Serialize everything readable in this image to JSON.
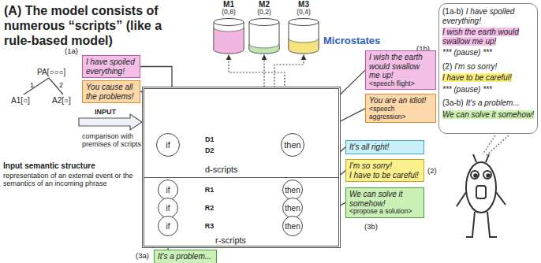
{
  "diagram": {
    "title": "(A) The model consists of numerous “scripts” (like a rule-based model)",
    "nodes": [
      {
        "text": [
          "M1",
          "(0,8)"
        ]
      },
      {
        "text": [
          "M2",
          "(0,2)"
        ]
      },
      {
        "text": [
          "M3",
          "(0,4)"
        ]
      },
      {
        "text": [
          "d-scripts",
          "r-scripts"
        ]
      },
      {
        "text": [
          "if"
        ],
        "in": 3
      },
      {
        "text": [
          "then"
        ],
        "in": 3
      },
      {
        "text": [
          "if"
        ],
        "in": 3
      },
      {
        "text": [
          "then"
        ],
        "in": 3
      },
      {
        "text": [
          "if"
        ],
        "in": 3
      },
      {
        "text": [
          "then"
        ],
        "in": 3
      },
      {
        "text": [
          "if"
        ],
        "in": 3
      },
      {
        "text": [
          "then"
        ],
        "in": 3
      },
      {
        "text": [
          "I have spoiled everything!"
        ]
      },
      {
        "text": [
          "You cause all the problems!"
        ]
      },
      {
        "text": [
          "I wish the earth would swallow me up!",
          "<speech flight>"
        ]
      },
      {
        "text": [
          "You are an idiot!",
          "<speech aggression>"
        ]
      },
      {
        "text": [
          "It's all right!"
        ]
      },
      {
        "text": [
          "I'm so sorry!",
          "I have to be careful!"
        ]
      },
      {
        "text": [
          "We can solve it somehow!",
          "<propose a solution>"
        ]
      },
      {
        "text": [
          "It's a problem..."
        ]
      },
      {
        "text": [
          "(1a-b)",
          "I have spoiled everything!",
          "I wish the earth would swallow me up!",
          "*** (pause) ***",
          "(2)",
          "I'm so sorry!",
          "I have to be careful!",
          "*** (pause) ***",
          "(3a-b)",
          "It's a problem...",
          "We can solve it somehow!"
        ]
      }
    ],
    "edges": [
      {
        "from": 4,
        "to": 5,
        "label": "D1",
        "arrow": "to"
      },
      {
        "from": 4,
        "to": 5,
        "label": "D2",
        "arrow": "to"
      },
      {
        "from": 6,
        "to": 7,
        "label": "R1",
        "arrow": "to"
      },
      {
        "from": 8,
        "to": 9,
        "label": "R2",
        "arrow": "to"
      },
      {
        "from": 10,
        "to": 11,
        "label": "R3",
        "arrow": "to"
      },
      {
        "from": 12,
        "to": 4,
        "arrow": "none"
      },
      {
        "from": 13,
        "to": 4,
        "arrow": "none"
      },
      {
        "from": 5,
        "to": 14,
        "arrow": "none"
      },
      {
        "from": 5,
        "to": 15,
        "arrow": "none"
      },
      {
        "from": 7,
        "to": 16,
        "arrow": "none"
      },
      {
        "from": 9,
        "to": 17,
        "arrow": "none"
      },
      {
        "from": 11,
        "to": 18,
        "arrow": "none"
      },
      {
        "from": 19,
        "to": 10,
        "arrow": "none"
      },
      {
        "from": 5,
        "to": 0,
        "arrow": "to"
      },
      {
        "from": 7,
        "to": 1,
        "arrow": "to"
      },
      {
        "from": 11,
        "to": 2,
        "arrow": "to"
      }
    ],
    "labels": [
      "Microstates",
      "PA[○○○]",
      "1",
      "2",
      "A1[○]",
      "A2[○]",
      "INPUT",
      "comparison with premises of scripts",
      "Input semantic structure",
      "representation of an external event or the semantics of an incoming phrase",
      "(1a)",
      "(1b)",
      "(2)",
      "(3a)",
      "(3b)"
    ]
  }
}
